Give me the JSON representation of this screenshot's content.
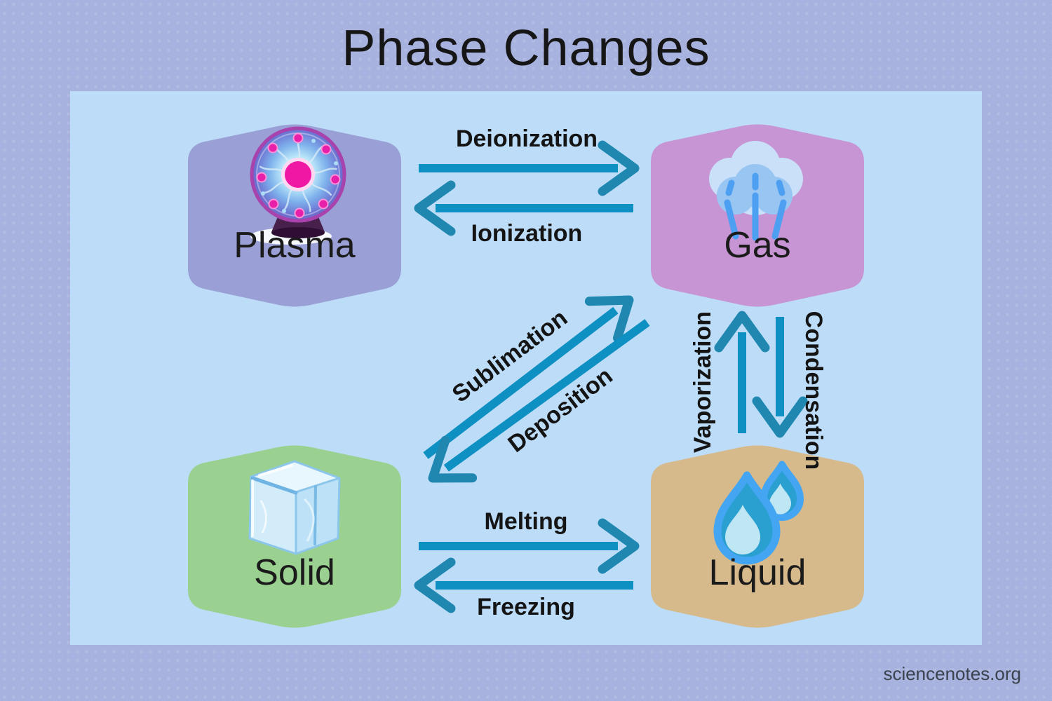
{
  "title": "Phase Changes",
  "source": "sciencenotes.org",
  "states": {
    "plasma": {
      "label": "Plasma",
      "icon": "plasma-ball-icon",
      "color": "#9aa0d6"
    },
    "gas": {
      "label": "Gas",
      "icon": "gas-cloud-icon",
      "color": "#c795d3"
    },
    "solid": {
      "label": "Solid",
      "icon": "ice-cube-icon",
      "color": "#9ad191"
    },
    "liquid": {
      "label": "Liquid",
      "icon": "water-drops-icon",
      "color": "#d7ba8b"
    }
  },
  "transitions": {
    "deionization": {
      "label": "Deionization",
      "from": "Plasma",
      "to": "Gas"
    },
    "ionization": {
      "label": "Ionization",
      "from": "Gas",
      "to": "Plasma"
    },
    "sublimation": {
      "label": "Sublimation",
      "from": "Solid",
      "to": "Gas"
    },
    "deposition": {
      "label": "Deposition",
      "from": "Gas",
      "to": "Solid"
    },
    "vaporization": {
      "label": "Vaporization",
      "from": "Liquid",
      "to": "Gas"
    },
    "condensation": {
      "label": "Condensation",
      "from": "Gas",
      "to": "Liquid"
    },
    "melting": {
      "label": "Melting",
      "from": "Solid",
      "to": "Liquid"
    },
    "freezing": {
      "label": "Freezing",
      "from": "Liquid",
      "to": "Solid"
    }
  },
  "colors": {
    "background": "#a7b2de",
    "panel": "#bcdcf8",
    "arrow_shaft": "#0f90c2",
    "arrow_head": "#1f87b0",
    "label_text": "#1a1a1a"
  }
}
